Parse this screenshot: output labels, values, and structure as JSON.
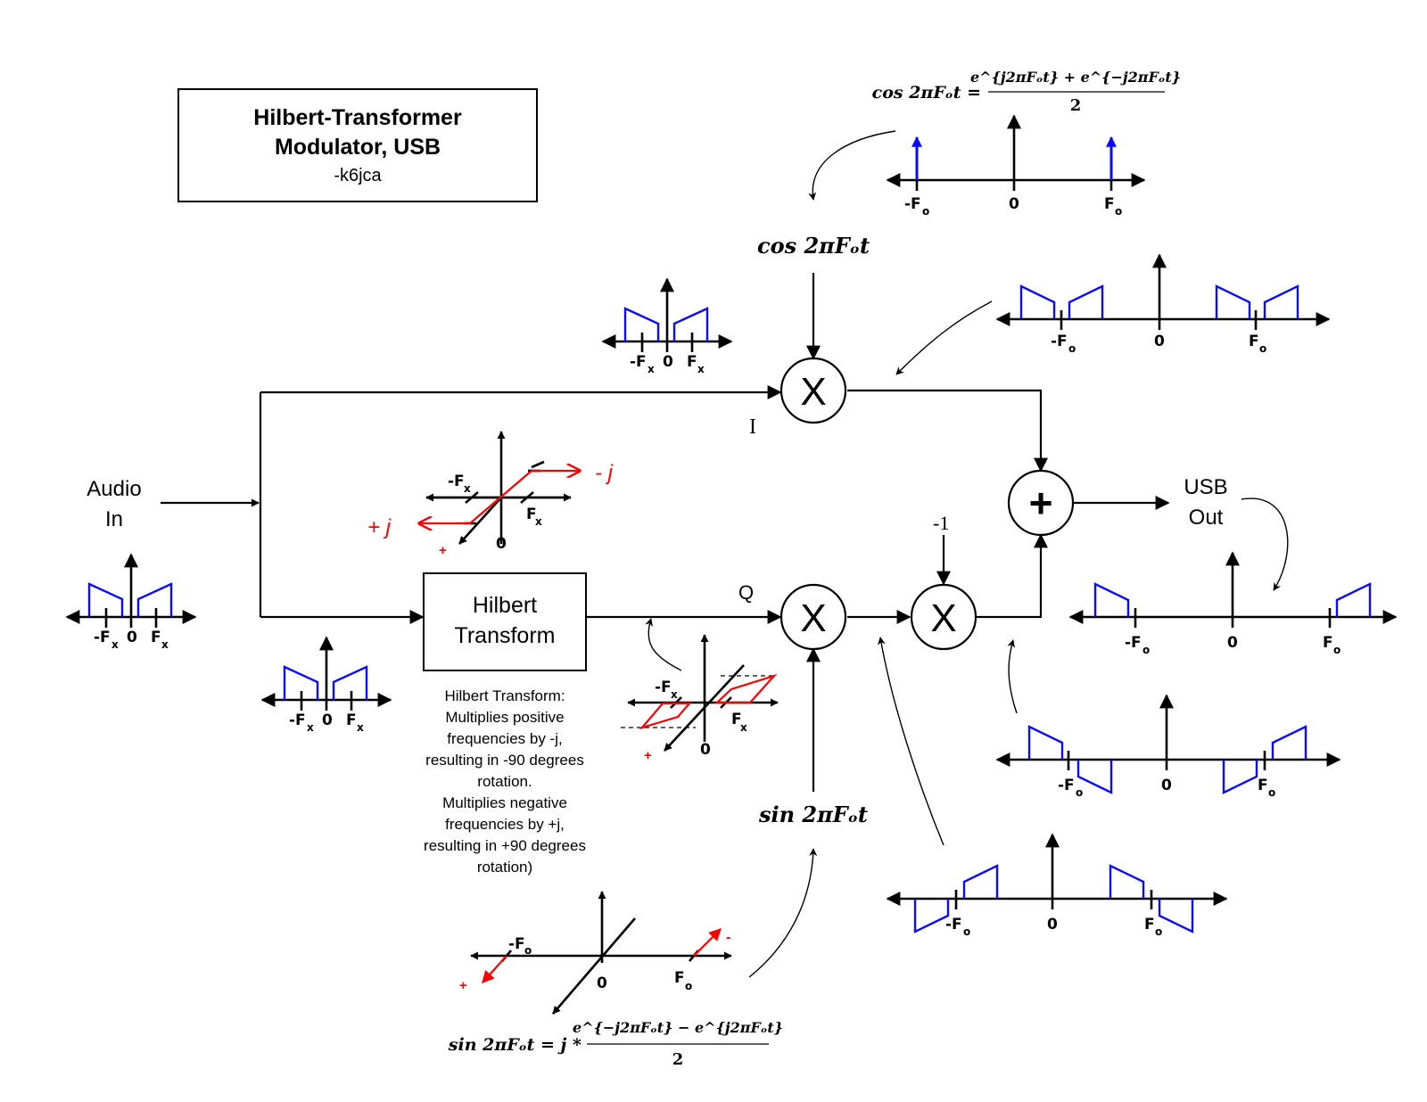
{
  "title_box": {
    "line1": "Hilbert-Transformer",
    "line2": "Modulator, USB",
    "author": "-k6jca"
  },
  "io": {
    "input_line1": "Audio",
    "input_line2": "In",
    "output_line1": "USB",
    "output_line2": "Out"
  },
  "blocks": {
    "hilbert_line1": "Hilbert",
    "hilbert_line2": "Transform",
    "mixer_symbol": "X",
    "summer_symbol": "+",
    "i_label": "I",
    "q_label": "Q",
    "neg_one": "-1"
  },
  "hilbert_note": [
    "Hilbert Transform:",
    "Multiplies positive",
    "frequencies by -j,",
    "resulting in -90 degrees",
    "rotation.",
    "Multiplies negative",
    "frequencies by +j,",
    "resulting in +90 degrees",
    "rotation)"
  ],
  "equations": {
    "cos_lo": "cos 2πFₒt",
    "sin_lo": "sin 2πFₒt",
    "cos_identity_lhs": "cos 2πFₒt =",
    "cos_identity_num": "e^{j2πFₒt} + e^{−j2πFₒt}",
    "cos_identity_den": "2",
    "sin_identity_lhs": "sin 2πFₒt = j *",
    "sin_identity_num": "e^{−j2πFₒt} − e^{j2πFₒt}",
    "sin_identity_den": "2"
  },
  "axis_labels": {
    "zero": "0",
    "neg_fx": "-F",
    "pos_fx": "F",
    "sub_x": "x",
    "neg_fo": "-F",
    "pos_fo": "F",
    "sub_o": "o",
    "plus_j": "+ j",
    "minus_j": "- j",
    "plus": "+",
    "minus": "-"
  },
  "colors": {
    "spectrum": "#0a0aff",
    "phasor": "#ff0000",
    "line": "#000000"
  }
}
